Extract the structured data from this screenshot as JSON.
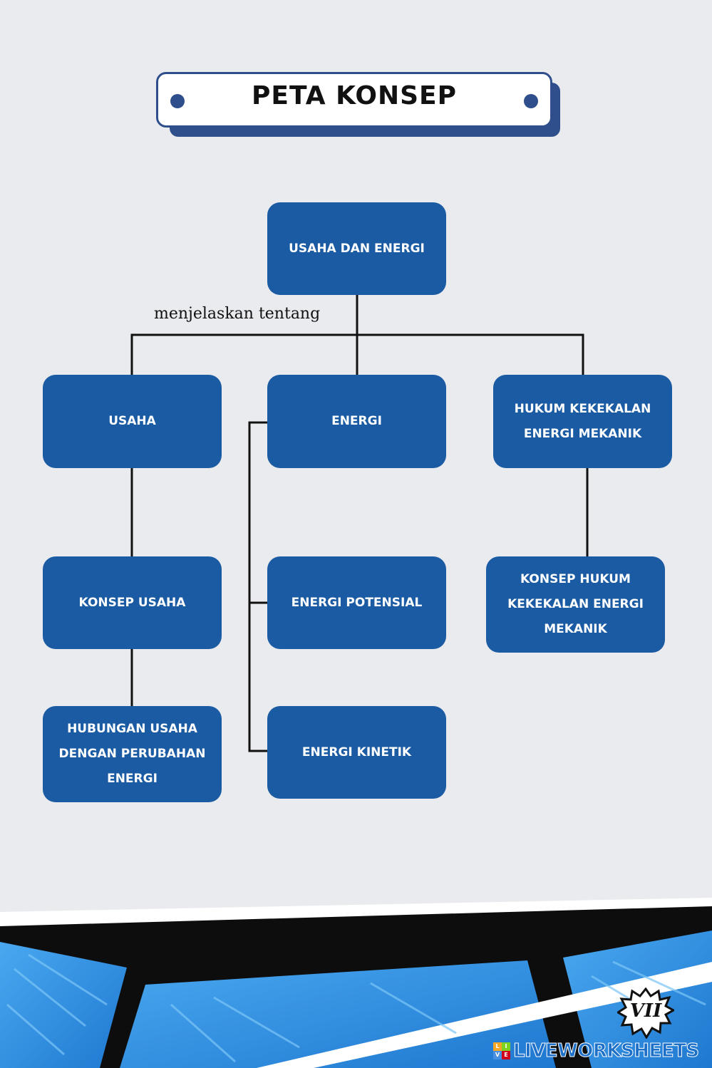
{
  "title": "PETA KONSEP",
  "relation_label": "menjelaskan tentang",
  "nodes": {
    "root": [
      "USAHA DAN ENERGI"
    ],
    "usaha": [
      "USAHA"
    ],
    "energi": [
      "ENERGI"
    ],
    "hukum": [
      "HUKUM KEKEKALAN",
      "ENERGI MEKANIK"
    ],
    "konsep_usaha": [
      "KONSEP USAHA"
    ],
    "energi_potensial": [
      "ENERGI POTENSIAL"
    ],
    "konsep_hukum": [
      "KONSEP HUKUM",
      "KEKEKALAN ENERGI",
      "MEKANIK"
    ],
    "hubungan": [
      "HUBUNGAN USAHA",
      "DENGAN PERUBAHAN",
      "ENERGI"
    ],
    "energi_kinetik": [
      "ENERGI KINETIK"
    ]
  },
  "badge": "VII",
  "watermark": {
    "logo_letters": [
      "L",
      "I",
      "V",
      "E"
    ],
    "text": "LIVEWORKSHEETS"
  },
  "colors": {
    "node_fill": "#1b5ba3",
    "banner_border": "#2f4f8c",
    "background": "#eaebef",
    "deco_blue": "#2b8fe3"
  }
}
